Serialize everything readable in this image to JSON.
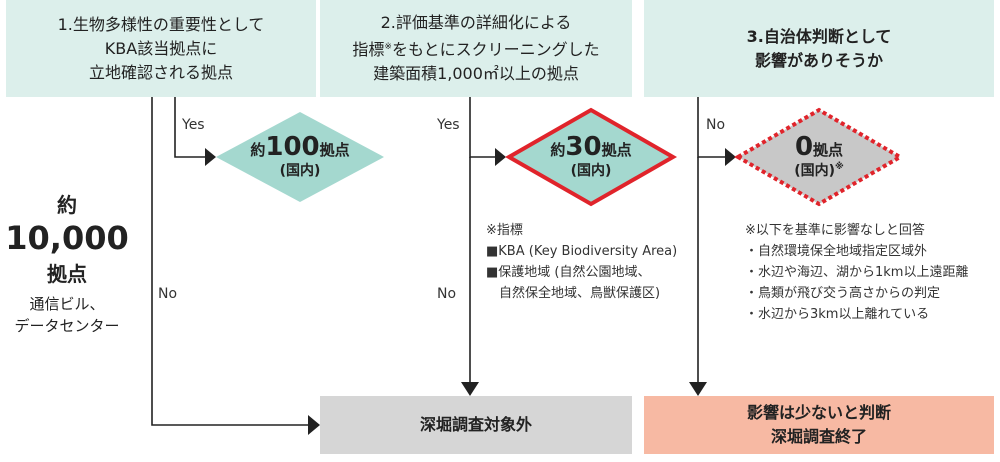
{
  "step1": {
    "lines": [
      "1.生物多様性の重要性として",
      "KBA該当拠点に",
      "立地確認される拠点"
    ]
  },
  "step2": {
    "line1": "2.評価基準の詳細化による",
    "line2_a": "指標",
    "line2_mark": "※",
    "line2_b": "をもとにスクリーニングした",
    "line3": "建築面積1,000㎡以上の拠点"
  },
  "step3": {
    "lines": [
      "3.自治体判断として",
      "影響がありそうか"
    ]
  },
  "total": {
    "prefix": "約",
    "count": "10,000",
    "unit": "拠点",
    "desc1": "通信ビル、",
    "desc2": "データセンター"
  },
  "labels": {
    "yes1": "Yes",
    "no1": "No",
    "yes2": "Yes",
    "no2": "No",
    "no3": "No"
  },
  "diamond1": {
    "prefix": "約",
    "num": "100",
    "unit": "拠点",
    "scope": "(国内)"
  },
  "diamond2": {
    "prefix": "約",
    "num": "30",
    "unit": "拠点",
    "scope": "(国内)"
  },
  "diamond3": {
    "num": "0",
    "unit": "拠点",
    "scope": "(国内)",
    "mark": "※"
  },
  "note2": {
    "title": "※指標",
    "items": [
      "■KBA (Key Biodiversity Area)",
      "■保護地域 (自然公園地域、",
      "　自然保全地域、鳥獣保護区)"
    ]
  },
  "note3": {
    "title": "※以下を基準に影響なしと回答",
    "items": [
      "・自然環境保全地域指定区域外",
      "・水辺や海辺、湖から1km以上遠距離",
      "・鳥類が飛び交う高さからの判定",
      "・水辺から3km以上離れている"
    ]
  },
  "result_excluded": {
    "text": "深堀調査対象外"
  },
  "result_low_impact": {
    "line1": "影響は少ないと判断",
    "line2": "深堀調査終了"
  },
  "colors": {
    "header_bg": "#dcefeb",
    "diamond_teal": "#a4d8cf",
    "diamond_gray": "#c8c8c8",
    "red_border": "#e0242b",
    "excluded_bg": "#d6d6d6",
    "low_impact_bg": "#f7b9a3"
  }
}
